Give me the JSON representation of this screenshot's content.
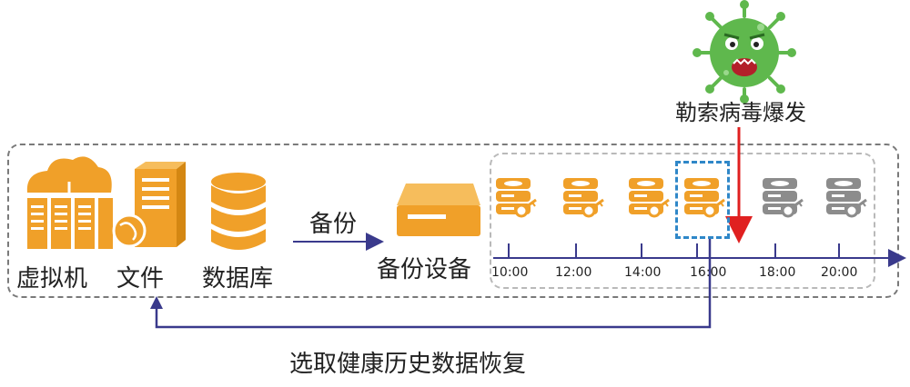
{
  "sources": {
    "vm_label": "虚拟机",
    "file_label": "文件",
    "db_label": "数据库"
  },
  "backup": {
    "arrow_label": "备份",
    "device_label": "备份设备"
  },
  "virus": {
    "event_label": "勒索病毒爆发"
  },
  "timeline": {
    "times": [
      "10:00",
      "12:00",
      "14:00",
      "16:00",
      "18:00",
      "20:00"
    ],
    "snapshot_states": [
      "healthy",
      "healthy",
      "healthy",
      "healthy-selected",
      "infected",
      "infected"
    ]
  },
  "restore": {
    "label": "选取健康历史数据恢复"
  },
  "colors": {
    "orange": "#f0a029",
    "gray": "#8c8c8c",
    "arrow_blue": "#3a3a8c",
    "red_arrow": "#e02020",
    "virus_green": "#5fb84d",
    "highlight": "#2f87c8"
  }
}
